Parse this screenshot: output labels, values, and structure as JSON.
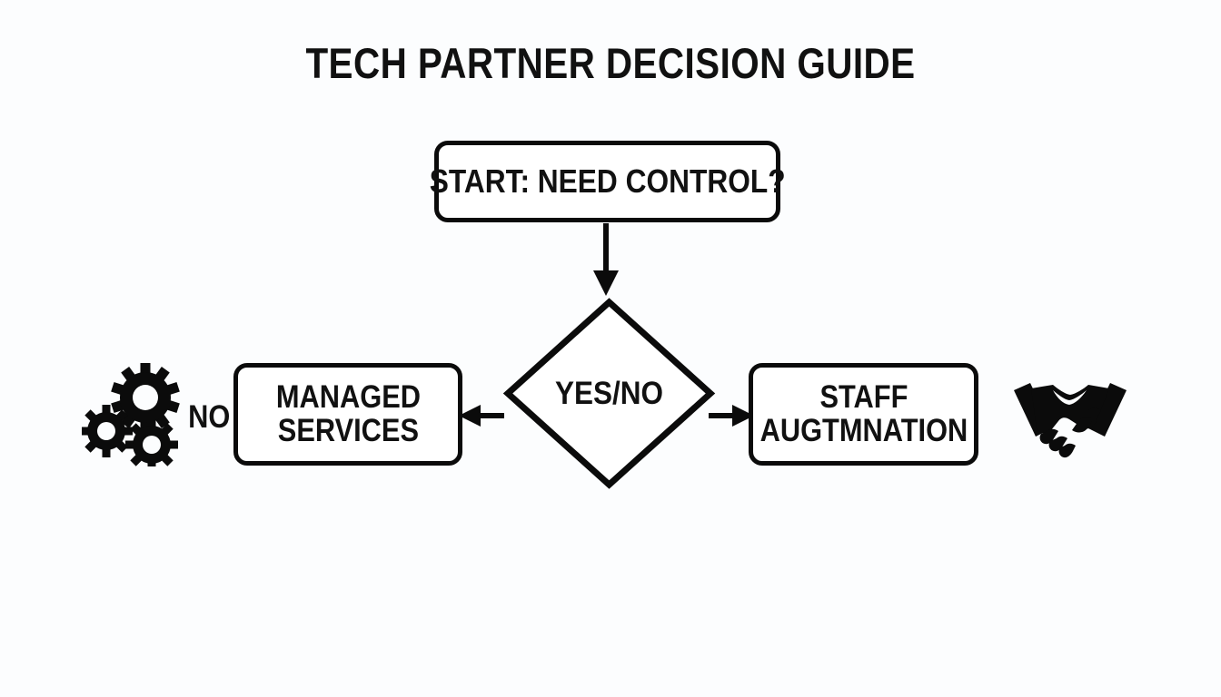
{
  "page": {
    "title": "TECH PARTNER DECISION GUIDE",
    "background_color": "#FCFDFE",
    "stroke_color": "#0B0B0B",
    "text_color": "#111111"
  },
  "chart_data": {
    "type": "diagram",
    "diagram_kind": "flowchart",
    "title": "TECH PARTNER DECISION GUIDE",
    "orientation": "top-down-then-split",
    "nodes": [
      {
        "id": "start",
        "shape": "rounded-rectangle",
        "label": "START: NEED CONTROL?",
        "lines": [
          "START: NEED CONTROL?"
        ]
      },
      {
        "id": "decision",
        "shape": "diamond",
        "label": "YES/NO",
        "lines": [
          "YES/NO"
        ]
      },
      {
        "id": "managed",
        "shape": "rounded-rectangle",
        "label": "MANAGED SERVICES",
        "lines": [
          "MANAGED",
          "SERVICES"
        ]
      },
      {
        "id": "staff",
        "shape": "rounded-rectangle",
        "label": "STAFF AUGTMNATION",
        "lines": [
          "STAFF",
          "AUGTMNATION"
        ]
      }
    ],
    "edges": [
      {
        "from": "start",
        "to": "decision",
        "direction": "down",
        "label": ""
      },
      {
        "from": "decision",
        "to": "managed",
        "direction": "left",
        "label": "NO"
      },
      {
        "from": "decision",
        "to": "staff",
        "direction": "right",
        "label": ""
      }
    ],
    "icons": [
      {
        "id": "gears",
        "name": "gears-icon",
        "side": "left"
      },
      {
        "id": "handshake",
        "name": "handshake-icon",
        "side": "right"
      }
    ]
  },
  "nodes": {
    "start": {
      "text": "START: NEED CONTROL?"
    },
    "decision": {
      "text": "YES/NO"
    },
    "managed": {
      "line1": "MANAGED",
      "line2": "SERVICES"
    },
    "staff": {
      "line1": "STAFF",
      "line2": "AUGTMNATION"
    }
  },
  "edges": {
    "no_label": "NO"
  }
}
